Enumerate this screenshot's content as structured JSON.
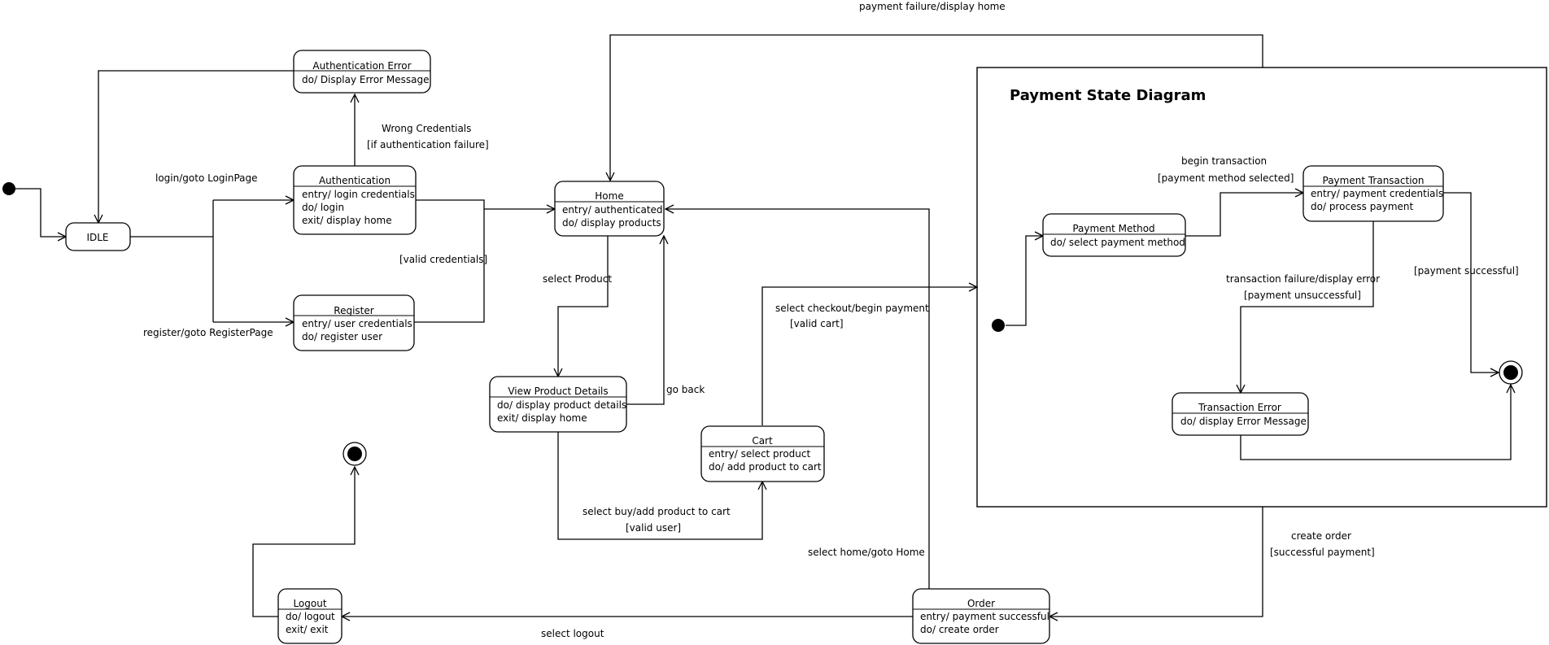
{
  "composite": {
    "title": "Payment State Diagram"
  },
  "states": {
    "idle": {
      "name": "IDLE",
      "activities": []
    },
    "auth_error": {
      "name": "Authentication Error",
      "activities": [
        "do/ Display Error Message"
      ]
    },
    "authentication": {
      "name": "Authentication",
      "activities": [
        "entry/ login credentials",
        "do/ login",
        "exit/ display home"
      ]
    },
    "register": {
      "name": "Register",
      "activities": [
        "entry/ user credentials",
        "do/ register user"
      ]
    },
    "home": {
      "name": "Home",
      "activities": [
        "entry/ authenticated",
        "do/ display products"
      ]
    },
    "view_product": {
      "name": "View Product Details",
      "activities": [
        "do/ display product details",
        "exit/ display home"
      ]
    },
    "cart": {
      "name": "Cart",
      "activities": [
        "entry/ select product",
        "do/ add product to cart"
      ]
    },
    "logout": {
      "name": "Logout",
      "activities": [
        "do/ logout",
        "exit/ exit"
      ]
    },
    "order": {
      "name": "Order",
      "activities": [
        "entry/ payment successful",
        "do/ create order"
      ]
    },
    "payment_method": {
      "name": "Payment Method",
      "activities": [
        "do/ select payment method"
      ]
    },
    "payment_transaction": {
      "name": "Payment Transaction",
      "activities": [
        "entry/ payment credentials",
        "do/ process payment"
      ]
    },
    "transaction_error": {
      "name": "Transaction Error",
      "activities": [
        "do/ display Error Message"
      ]
    }
  },
  "labels": {
    "payment_failure": "payment failure/display home",
    "wrong_credentials": "Wrong Credentials",
    "if_auth_failure": "[if authentication failure]",
    "login_goto": "login/goto LoginPage",
    "register_goto": "register/goto RegisterPage",
    "valid_credentials": "[valid credentials]",
    "select_product": "select Product",
    "go_back": "go back",
    "select_checkout": "select checkout/begin payment",
    "valid_cart": "[valid cart]",
    "select_buy": "select buy/add product to cart",
    "valid_user": "[valid user]",
    "select_home": "select home/goto Home",
    "select_logout": "select logout",
    "create_order": "create order",
    "successful_payment": "[successful payment]",
    "begin_transaction": "begin transaction",
    "payment_method_selected": "[payment method selected]",
    "transaction_failure": "transaction failure/display error",
    "payment_unsuccessful": "[payment unsuccessful]",
    "payment_successful": "[payment successful]"
  }
}
